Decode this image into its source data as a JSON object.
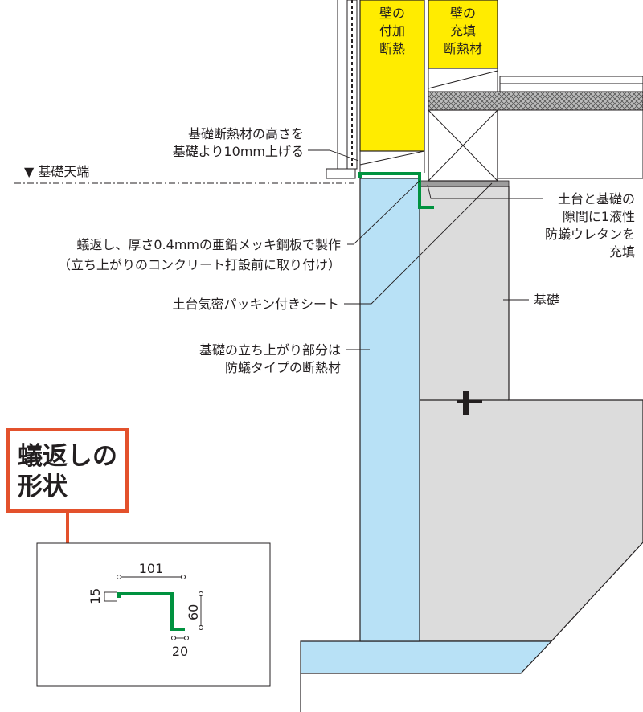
{
  "labels": {
    "wall_add_insul": [
      "壁の",
      "付加",
      "断熱"
    ],
    "wall_fill_insul": [
      "壁の",
      "充填",
      "断熱材"
    ],
    "insul_height": [
      "基礎断熱材の高さを",
      "基礎より10mm上げる"
    ],
    "foundation_top": "▼ 基礎天端",
    "termite_shield": [
      "蟻返し、厚さ0.4mmの亜鉛メッキ鋼板で製作",
      "（立ち上がりのコンクリート打設前に取り付け）"
    ],
    "gap_fill": [
      "土台と基礎の",
      "隙間に1液性",
      "防蟻ウレタンを",
      "充填"
    ],
    "sill_sheet": "土台気密パッキン付きシート",
    "foundation": "基礎",
    "rise_insul": [
      "基礎の立ち上がり部分は",
      "防蟻タイプの断熱材"
    ]
  },
  "callout": {
    "title": [
      "蟻返しの",
      "形状"
    ]
  },
  "dimensions": {
    "width": "101",
    "flange": "15",
    "leg": "60",
    "toe": "20"
  },
  "colors": {
    "insulation_yellow": "#ffec00",
    "foundation_insulation_blue": "#b8e1f6",
    "concrete_gray": "#dcdcdc",
    "shield_green": "#00923f",
    "callout_red": "#e3512c"
  }
}
